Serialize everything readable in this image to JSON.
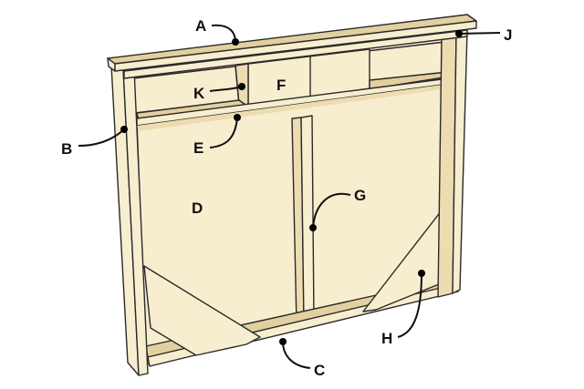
{
  "labels": {
    "A": "A",
    "B": "B",
    "C": "C",
    "D": "D",
    "E": "E",
    "F": "F",
    "G": "G",
    "H": "H",
    "J": "J",
    "K": "K"
  },
  "colors": {
    "face": "#f7eecf",
    "shade": "#ecdcb0",
    "top": "#e3d09f",
    "outline": "#2a2a2a"
  }
}
